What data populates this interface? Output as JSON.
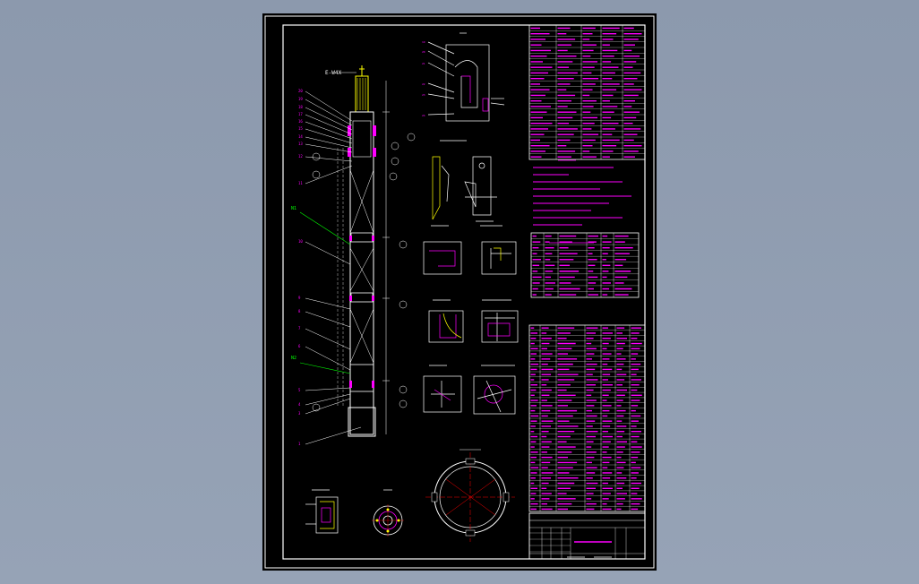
{
  "drawing": {
    "column_tag": "E-W4X",
    "callouts_green": [
      "N1",
      "N2"
    ],
    "colors": {
      "background": "#8e9cb0",
      "paper": "#000000",
      "frame": "#ffffff",
      "annotation": "#ff00ff",
      "geometry": "#ffffff",
      "highlight": "#ffff00",
      "leader_green": "#00ff00",
      "center_line": "#ff0000",
      "dimension": "#00ffff"
    }
  }
}
